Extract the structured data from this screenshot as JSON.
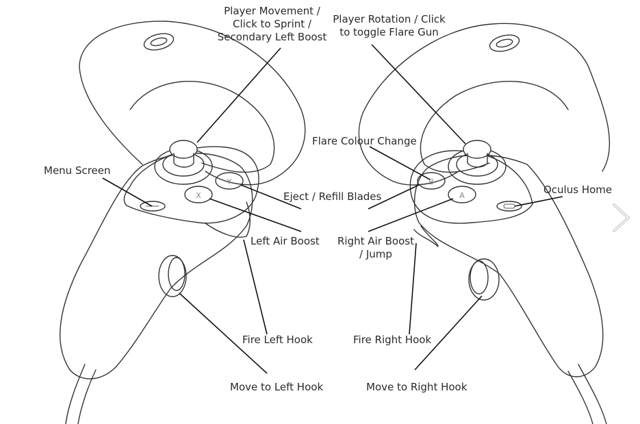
{
  "labels": {
    "player_movement_line1": "Player Movement /",
    "player_movement_line2": "Click to Sprint /",
    "player_movement_line3": "Secondary Left Boost",
    "player_rotation_line1": "Player Rotation / Click",
    "player_rotation_line2": "to toggle Flare Gun",
    "flare_colour_change": "Flare Colour Change",
    "menu_screen": "Menu Screen",
    "oculus_home": "Oculus Home",
    "eject_refill_blades": "Eject / Refill Blades",
    "left_air_boost": "Left Air Boost",
    "right_air_boost_line1": "Right Air Boost",
    "right_air_boost_line2": "/ Jump",
    "fire_left_hook": "Fire Left Hook",
    "fire_right_hook": "Fire Right Hook",
    "move_to_left_hook": "Move to Left Hook",
    "move_to_right_hook": "Move to Right Hook"
  },
  "buttons": {
    "left": {
      "x": "X",
      "y": "Y"
    },
    "right": {
      "a": "A",
      "b": "B"
    }
  },
  "icons": {
    "next": "chevron-right-icon"
  },
  "colors": {
    "line": "#111111",
    "drawing": "#333333",
    "text": "#2a2a2a",
    "nav": "#cccccc"
  }
}
